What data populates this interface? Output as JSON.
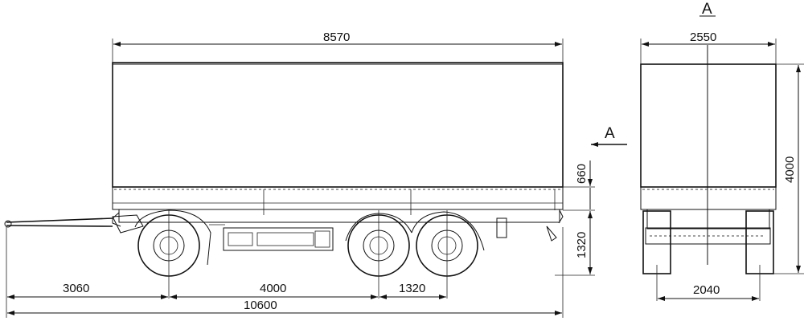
{
  "drawing": {
    "section_label_top": "A",
    "section_label_side": "A",
    "side_view": {
      "body_length": "8570",
      "top_height": "660",
      "deck_height": "1320",
      "drawbar_to_axle": "3060",
      "axle_base": "4000",
      "rear_axle_spacing": "1320",
      "overall_length": "10600"
    },
    "rear_view": {
      "overall_width": "2550",
      "overall_height": "4000",
      "track_width": "2040"
    }
  }
}
